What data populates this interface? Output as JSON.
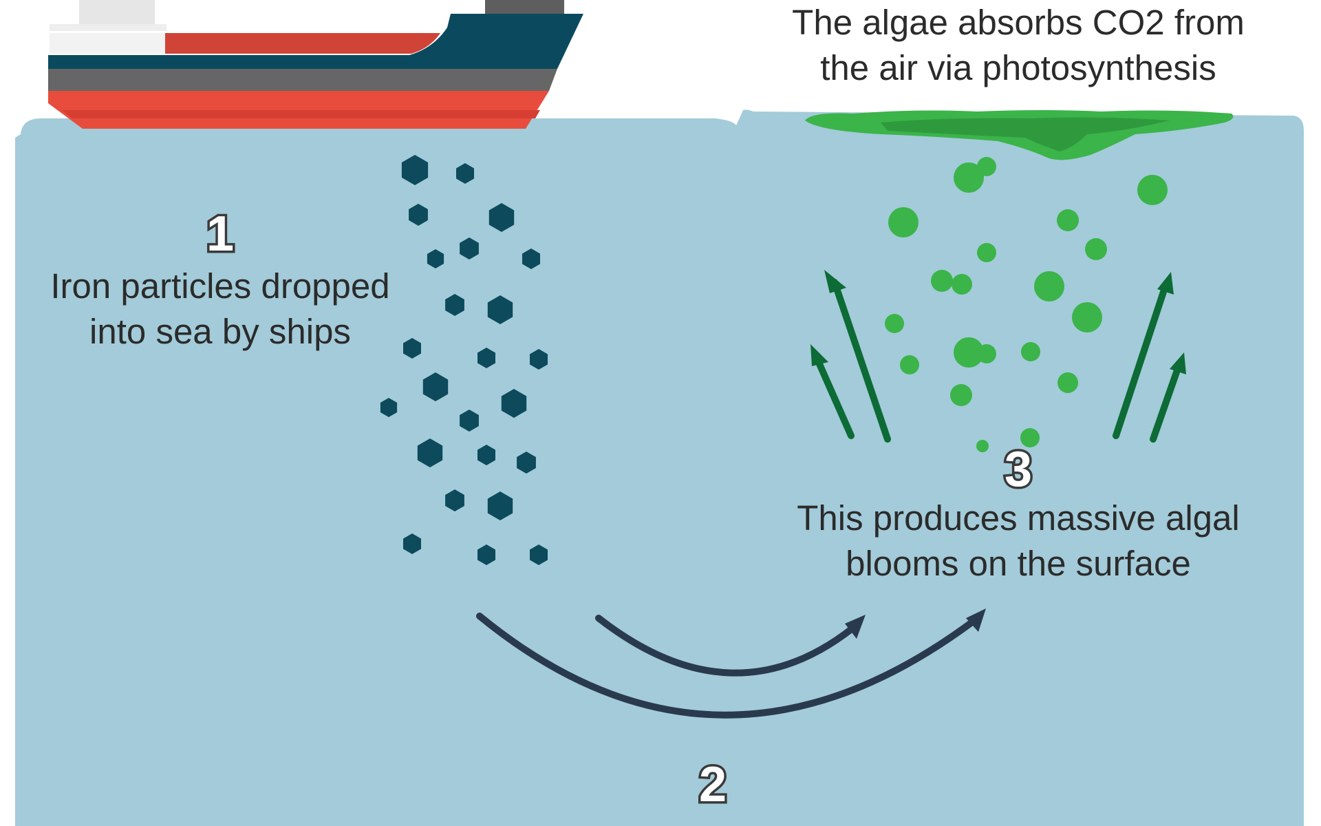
{
  "steps": [
    {
      "number": "1",
      "lines": [
        "Iron particles dropped",
        "into sea by ships"
      ]
    },
    {
      "number": "2",
      "lines": []
    },
    {
      "number": "3",
      "lines": [
        "This produces massive algal",
        "blooms on the surface"
      ]
    }
  ],
  "top_caption": {
    "lines": [
      "The algae absorbs CO2 from",
      "the air via photosynthesis"
    ]
  },
  "colors": {
    "sea": "#a3cbd9",
    "iron_particle": "#0c4a5c",
    "algae_light": "#3bb44a",
    "algae_dark": "#2e9a3d",
    "up_arrow": "#0d6b36",
    "flow_arrow": "#2a3a4e",
    "ship_hull_dark": "#0b4a5e",
    "ship_red": "#e84c3d",
    "ship_grey": "#666666"
  },
  "icons": [
    "ship-icon",
    "algal-bloom-icon",
    "iron-particle-icon",
    "arrow-icon"
  ]
}
